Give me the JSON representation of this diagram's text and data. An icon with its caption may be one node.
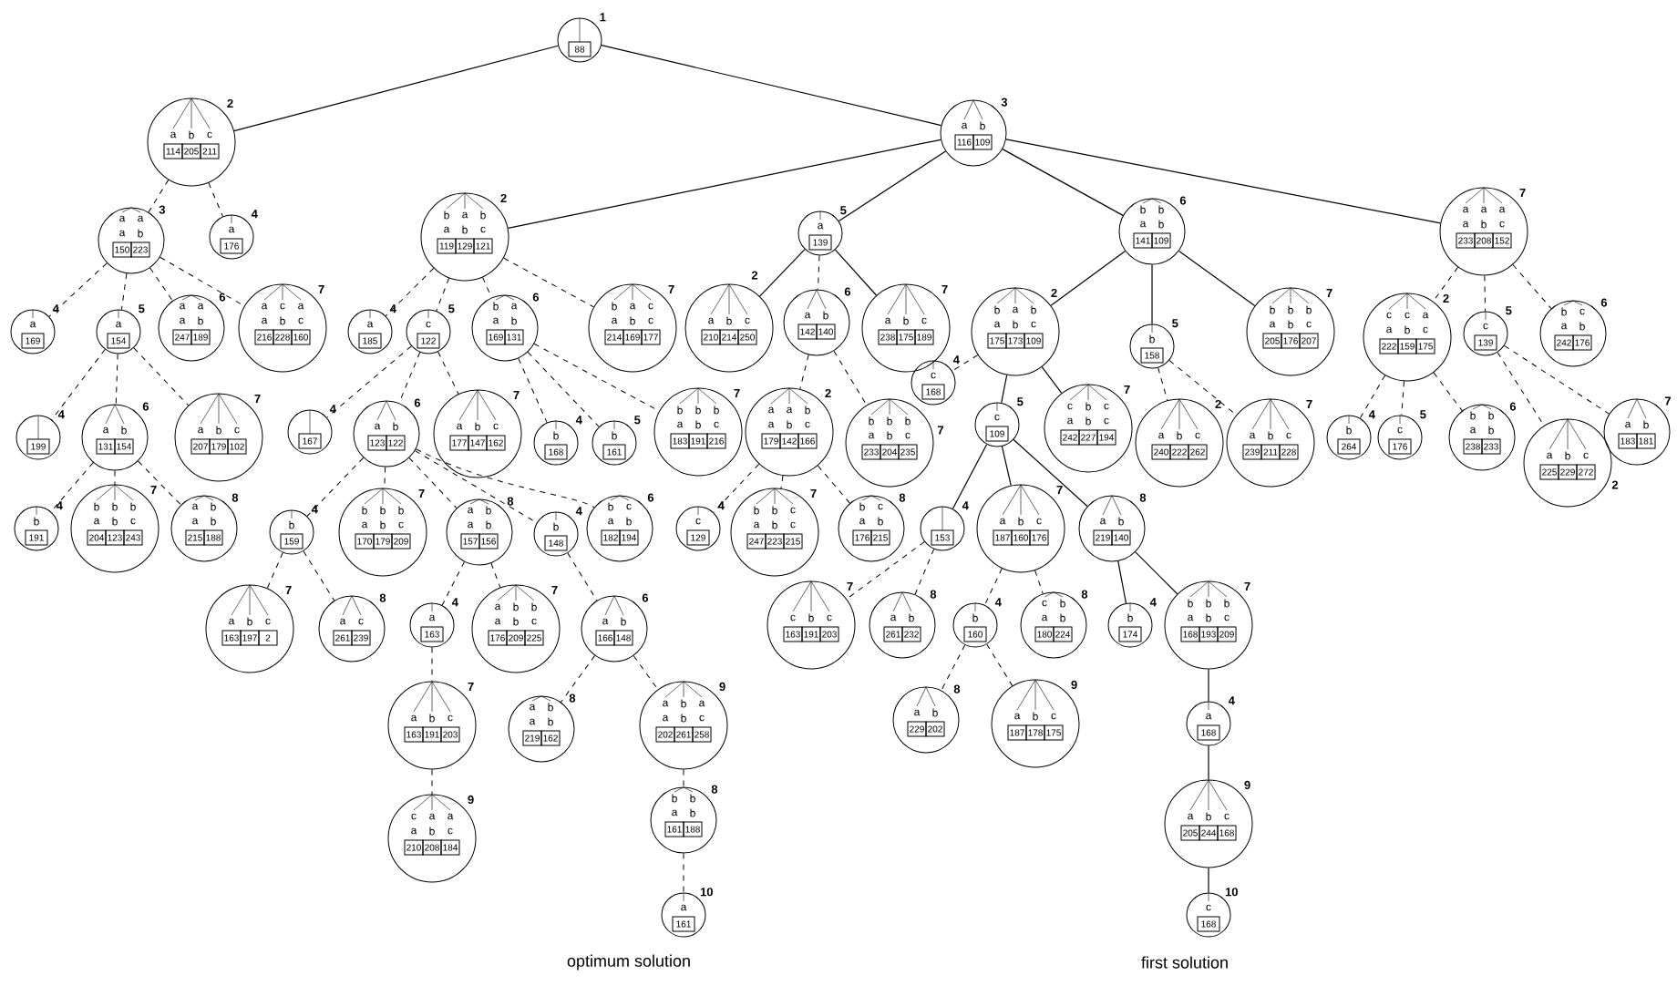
{
  "diagram": {
    "nodes": [
      {
        "text": [
          "88"
        ],
        "beside": [
          "1"
        ]
      },
      {
        "text": [
          "a",
          "b",
          "c",
          "114",
          "205",
          "211"
        ],
        "beside": [
          "2"
        ]
      },
      {
        "text": [
          "a",
          "b",
          "116",
          "109"
        ],
        "beside": [
          "3"
        ]
      },
      {
        "text": [
          "a",
          "a",
          "a",
          "b",
          "150",
          "223"
        ],
        "beside": [
          "3"
        ]
      },
      {
        "text": [
          "a",
          "176"
        ],
        "beside": [
          "4"
        ]
      },
      {
        "text": [
          "a",
          "169"
        ],
        "beside": [
          "4"
        ]
      },
      {
        "text": [
          "a",
          "154"
        ],
        "beside": [
          "5"
        ]
      },
      {
        "text": [
          "a",
          "a",
          "a",
          "b",
          "247",
          "189"
        ],
        "beside": [
          "6"
        ]
      },
      {
        "text": [
          "a",
          "c",
          "a",
          "a",
          "b",
          "c",
          "216",
          "228",
          "160"
        ],
        "beside": [
          "7"
        ]
      },
      {
        "text": [
          "199"
        ],
        "beside": [
          "4"
        ]
      },
      {
        "text": [
          "a",
          "b",
          "131",
          "154"
        ],
        "beside": [
          "6"
        ]
      },
      {
        "text": [
          "a",
          "b",
          "c",
          "207",
          "179",
          "102"
        ],
        "beside": [
          "7"
        ]
      },
      {
        "text": [
          "b",
          "191"
        ],
        "beside": [
          "4"
        ]
      },
      {
        "text": [
          "b",
          "b",
          "b",
          "a",
          "b",
          "c",
          "204",
          "123",
          "243"
        ],
        "beside": [
          "7"
        ]
      },
      {
        "text": [
          "a",
          "b",
          "a",
          "b",
          "215",
          "188"
        ],
        "beside": [
          "8"
        ]
      },
      {
        "text": [
          "b",
          "a",
          "b",
          "a",
          "b",
          "c",
          "119",
          "129",
          "121"
        ],
        "beside": [
          "2"
        ]
      },
      {
        "text": [
          "a",
          "139"
        ],
        "beside": [
          "5"
        ]
      },
      {
        "text": [
          "b",
          "b",
          "a",
          "b",
          "141",
          "109"
        ],
        "beside": [
          "6"
        ]
      },
      {
        "text": [
          "a",
          "a",
          "a",
          "a",
          "b",
          "c",
          "233",
          "208",
          "152"
        ],
        "beside": [
          "7"
        ]
      },
      {
        "text": [
          "a",
          "185"
        ],
        "beside": [
          "4"
        ]
      },
      {
        "text": [
          "c",
          "122"
        ],
        "beside": [
          "5"
        ]
      },
      {
        "text": [
          "b",
          "a",
          "a",
          "b",
          "169",
          "131"
        ],
        "beside": [
          "6"
        ]
      },
      {
        "text": [
          "b",
          "a",
          "c",
          "a",
          "b",
          "c",
          "214",
          "169",
          "177"
        ],
        "beside": [
          "7"
        ]
      },
      {
        "text": [
          "a",
          "b",
          "c",
          "210",
          "214",
          "250"
        ],
        "beside": [
          "2"
        ]
      },
      {
        "text": [
          "a",
          "b",
          "142",
          "140"
        ],
        "beside": [
          "6"
        ]
      },
      {
        "text": [
          "a",
          "b",
          "c",
          "238",
          "175",
          "189"
        ],
        "beside": [
          "7"
        ]
      },
      {
        "text": [
          "b",
          "a",
          "b",
          "a",
          "b",
          "c",
          "175",
          "173",
          "109"
        ],
        "beside": [
          "2"
        ]
      },
      {
        "text": [
          "b",
          "158"
        ],
        "beside": [
          "5"
        ]
      },
      {
        "text": [
          "b",
          "b",
          "b",
          "a",
          "b",
          "c",
          "205",
          "176",
          "207"
        ],
        "beside": [
          "7"
        ]
      },
      {
        "text": [
          "c",
          "c",
          "a",
          "a",
          "b",
          "c",
          "222",
          "159",
          "175"
        ],
        "beside": [
          "2"
        ]
      },
      {
        "text": [
          "c",
          "139"
        ],
        "beside": [
          "5"
        ]
      },
      {
        "text": [
          "b",
          "c",
          "a",
          "b",
          "242",
          "176"
        ],
        "beside": [
          "6"
        ]
      },
      {
        "text": [
          "167"
        ],
        "beside": [
          "4"
        ]
      },
      {
        "text": [
          "a",
          "b",
          "123",
          "122"
        ],
        "beside": [
          "6"
        ]
      },
      {
        "text": [
          "a",
          "b",
          "c",
          "177",
          "147",
          "162"
        ],
        "beside": [
          "7"
        ]
      },
      {
        "text": [
          "b",
          "168"
        ],
        "beside": [
          "4"
        ]
      },
      {
        "text": [
          "b",
          "161"
        ],
        "beside": [
          "5"
        ]
      },
      {
        "text": [
          "b",
          "b",
          "b",
          "a",
          "b",
          "c",
          "183",
          "191",
          "216"
        ],
        "beside": [
          "7"
        ]
      },
      {
        "text": [
          "a",
          "a",
          "b",
          "a",
          "b",
          "c",
          "179",
          "142",
          "166"
        ],
        "beside": [
          "2"
        ]
      },
      {
        "text": [
          "b",
          "b",
          "b",
          "a",
          "b",
          "c",
          "233",
          "204",
          "235"
        ],
        "beside": [
          "7"
        ]
      },
      {
        "text": [
          "c",
          "168"
        ],
        "beside": [
          "4"
        ]
      },
      {
        "text": [
          "c",
          "109"
        ],
        "beside": [
          "5"
        ]
      },
      {
        "text": [
          "c",
          "b",
          "c",
          "a",
          "b",
          "c",
          "242",
          "227",
          "194"
        ],
        "beside": [
          "7"
        ]
      },
      {
        "text": [
          "a",
          "b",
          "c",
          "240",
          "222",
          "262"
        ],
        "beside": [
          "2"
        ]
      },
      {
        "text": [
          "a",
          "b",
          "c",
          "239",
          "211",
          "228"
        ],
        "beside": [
          "7"
        ]
      },
      {
        "text": [
          "b",
          "264"
        ],
        "beside": [
          "4"
        ]
      },
      {
        "text": [
          "c",
          "176"
        ],
        "beside": [
          "5"
        ]
      },
      {
        "text": [
          "b",
          "b",
          "a",
          "b",
          "238",
          "233"
        ],
        "beside": [
          "6"
        ]
      },
      {
        "text": [
          "a",
          "b",
          "c",
          "225",
          "229",
          "272"
        ],
        "beside": [
          "2"
        ]
      },
      {
        "text": [
          "a",
          "b",
          "183",
          "181"
        ],
        "beside": [
          "7"
        ]
      },
      {
        "text": [
          "b",
          "159"
        ],
        "beside": [
          "4"
        ]
      },
      {
        "text": [
          "b",
          "b",
          "b",
          "a",
          "b",
          "c",
          "170",
          "179",
          "209"
        ],
        "beside": [
          "7"
        ]
      },
      {
        "text": [
          "a",
          "b",
          "a",
          "b",
          "157",
          "156"
        ],
        "beside": [
          "8"
        ]
      },
      {
        "text": [
          "b",
          "148"
        ],
        "beside": [
          "4"
        ]
      },
      {
        "text": [
          "b",
          "c",
          "a",
          "b",
          "182",
          "194"
        ],
        "beside": [
          "6"
        ]
      },
      {
        "text": [
          "c",
          "129"
        ],
        "beside": [
          "4"
        ]
      },
      {
        "text": [
          "b",
          "b",
          "c",
          "a",
          "b",
          "c",
          "247",
          "223",
          "215"
        ],
        "beside": [
          "7"
        ]
      },
      {
        "text": [
          "b",
          "c",
          "a",
          "b",
          "176",
          "215"
        ],
        "beside": [
          "8"
        ]
      },
      {
        "text": [
          "153"
        ],
        "beside": [
          "4"
        ]
      },
      {
        "text": [
          "a",
          "b",
          "c",
          "187",
          "160",
          "176"
        ],
        "beside": [
          "7"
        ]
      },
      {
        "text": [
          "a",
          "b",
          "219",
          "140"
        ],
        "beside": [
          "8"
        ]
      },
      {
        "text": [
          "a",
          "b",
          "c",
          "163",
          "197",
          "2"
        ],
        "beside": [
          "7"
        ]
      },
      {
        "text": [
          "a",
          "c",
          "261",
          "239"
        ],
        "beside": [
          "8"
        ]
      },
      {
        "text": [
          "a",
          "163"
        ],
        "beside": [
          "4"
        ]
      },
      {
        "text": [
          "a",
          "b",
          "b",
          "a",
          "b",
          "c",
          "176",
          "209",
          "225"
        ],
        "beside": [
          "7"
        ]
      },
      {
        "text": [
          "a",
          "b",
          "166",
          "148"
        ],
        "beside": [
          "6"
        ]
      },
      {
        "text": [
          "c",
          "b",
          "c",
          "163",
          "191",
          "203"
        ],
        "beside": [
          "7"
        ]
      },
      {
        "text": [
          "a",
          "b",
          "261",
          "232"
        ],
        "beside": [
          "8"
        ]
      },
      {
        "text": [
          "b",
          "160"
        ],
        "beside": [
          "4"
        ]
      },
      {
        "text": [
          "c",
          "b",
          "a",
          "b",
          "180",
          "224"
        ],
        "beside": [
          "8"
        ]
      },
      {
        "text": [
          "b",
          "174"
        ],
        "beside": [
          "4"
        ]
      },
      {
        "text": [
          "b",
          "b",
          "b",
          "a",
          "b",
          "c",
          "168",
          "193",
          "209"
        ],
        "beside": [
          "7"
        ]
      },
      {
        "text": [
          "a",
          "b",
          "c",
          "163",
          "191",
          "203"
        ],
        "beside": [
          "7"
        ]
      },
      {
        "text": [
          "a",
          "b",
          "a",
          "b",
          "219",
          "162"
        ],
        "beside": [
          "8"
        ]
      },
      {
        "text": [
          "a",
          "b",
          "a",
          "a",
          "b",
          "c",
          "202",
          "261",
          "258"
        ],
        "beside": [
          "9"
        ]
      },
      {
        "text": [
          "a",
          "b",
          "229",
          "202"
        ],
        "beside": [
          "8"
        ]
      },
      {
        "text": [
          "a",
          "b",
          "c",
          "187",
          "178",
          "175"
        ],
        "beside": [
          "9"
        ]
      },
      {
        "text": [
          "a",
          "168"
        ],
        "beside": [
          "4"
        ]
      },
      {
        "text": [
          "c",
          "a",
          "a",
          "a",
          "b",
          "c",
          "210",
          "208",
          "184"
        ],
        "beside": [
          "9"
        ]
      },
      {
        "text": [
          "b",
          "b",
          "a",
          "b",
          "161",
          "188"
        ],
        "beside": [
          "8"
        ]
      },
      {
        "text": [
          "a",
          "b",
          "c",
          "205",
          "244",
          "168"
        ],
        "beside": [
          "9"
        ]
      },
      {
        "text": [
          "a",
          "161"
        ],
        "beside": [
          "10"
        ]
      },
      {
        "text": [
          "c",
          "168"
        ],
        "beside": [
          "10"
        ]
      }
    ],
    "edges": [
      {
        "from": 0,
        "to": 1,
        "arrow": "none"
      },
      {
        "from": 0,
        "to": 2,
        "arrow": "none"
      },
      {
        "from": 1,
        "to": 3,
        "arrow": "none",
        "style": "dashed"
      },
      {
        "from": 1,
        "to": 4,
        "arrow": "none",
        "style": "dashed"
      },
      {
        "from": 3,
        "to": 5,
        "arrow": "none",
        "style": "dashed"
      },
      {
        "from": 3,
        "to": 6,
        "arrow": "none",
        "style": "dashed"
      },
      {
        "from": 3,
        "to": 7,
        "arrow": "none",
        "style": "dashed"
      },
      {
        "from": 3,
        "to": 8,
        "arrow": "none",
        "style": "dashed"
      },
      {
        "from": 6,
        "to": 9,
        "arrow": "none",
        "style": "dashed"
      },
      {
        "from": 6,
        "to": 10,
        "arrow": "none",
        "style": "dashed"
      },
      {
        "from": 6,
        "to": 11,
        "arrow": "none",
        "style": "dashed"
      },
      {
        "from": 10,
        "to": 12,
        "arrow": "none",
        "style": "dashed"
      },
      {
        "from": 10,
        "to": 13,
        "arrow": "none",
        "style": "dashed"
      },
      {
        "from": 10,
        "to": 14,
        "arrow": "none",
        "style": "dashed"
      },
      {
        "from": 2,
        "to": 15,
        "arrow": "none"
      },
      {
        "from": 2,
        "to": 16,
        "arrow": "none"
      },
      {
        "from": 2,
        "to": 17,
        "arrow": "none"
      },
      {
        "from": 2,
        "to": 18,
        "arrow": "none"
      },
      {
        "from": 15,
        "to": 19,
        "arrow": "none",
        "style": "dashed"
      },
      {
        "from": 15,
        "to": 20,
        "arrow": "none",
        "style": "dashed"
      },
      {
        "from": 15,
        "to": 21,
        "arrow": "none",
        "style": "dashed"
      },
      {
        "from": 15,
        "to": 22,
        "arrow": "none",
        "style": "dashed"
      },
      {
        "from": 16,
        "to": 23,
        "arrow": "none"
      },
      {
        "from": 16,
        "to": 24,
        "arrow": "none",
        "style": "dashed"
      },
      {
        "from": 16,
        "to": 25,
        "arrow": "none"
      },
      {
        "from": 17,
        "to": 26,
        "arrow": "none"
      },
      {
        "from": 17,
        "to": 27,
        "arrow": "none"
      },
      {
        "from": 17,
        "to": 28,
        "arrow": "none"
      },
      {
        "from": 18,
        "to": 29,
        "arrow": "none",
        "style": "dashed"
      },
      {
        "from": 18,
        "to": 30,
        "arrow": "none",
        "style": "dashed"
      },
      {
        "from": 18,
        "to": 31,
        "arrow": "none",
        "style": "dashed"
      },
      {
        "from": 20,
        "to": 32,
        "arrow": "none",
        "style": "dashed"
      },
      {
        "from": 20,
        "to": 33,
        "arrow": "none",
        "style": "dashed"
      },
      {
        "from": 20,
        "to": 34,
        "arrow": "none",
        "style": "dashed"
      },
      {
        "from": 21,
        "to": 35,
        "arrow": "none",
        "style": "dashed"
      },
      {
        "from": 21,
        "to": 36,
        "arrow": "none",
        "style": "dashed"
      },
      {
        "from": 21,
        "to": 37,
        "arrow": "none",
        "style": "dashed"
      },
      {
        "from": 24,
        "to": 38,
        "arrow": "none",
        "style": "dashed"
      },
      {
        "from": 24,
        "to": 39,
        "arrow": "none",
        "style": "dashed"
      },
      {
        "from": 26,
        "to": 40,
        "arrow": "none",
        "style": "dashed"
      },
      {
        "from": 26,
        "to": 41,
        "arrow": "none"
      },
      {
        "from": 26,
        "to": 42,
        "arrow": "none"
      },
      {
        "from": 27,
        "to": 43,
        "arrow": "none",
        "style": "dashed"
      },
      {
        "from": 27,
        "to": 44,
        "arrow": "none",
        "style": "dashed"
      },
      {
        "from": 29,
        "to": 45,
        "arrow": "none",
        "style": "dashed"
      },
      {
        "from": 29,
        "to": 46,
        "arrow": "none",
        "style": "dashed"
      },
      {
        "from": 29,
        "to": 47,
        "arrow": "none",
        "style": "dashed"
      },
      {
        "from": 30,
        "to": 48,
        "arrow": "none",
        "style": "dashed"
      },
      {
        "from": 30,
        "to": 49,
        "arrow": "none",
        "style": "dashed"
      },
      {
        "from": 33,
        "to": 50,
        "arrow": "none",
        "style": "dashed"
      },
      {
        "from": 33,
        "to": 51,
        "arrow": "none",
        "style": "dashed"
      },
      {
        "from": 33,
        "to": 52,
        "arrow": "none",
        "style": "dashed"
      },
      {
        "from": 33,
        "to": 53,
        "arrow": "none",
        "style": "dashed"
      },
      {
        "from": 33,
        "to": 54,
        "arrow": "none",
        "style": "dashed"
      },
      {
        "from": 38,
        "to": 55,
        "arrow": "none",
        "style": "dashed"
      },
      {
        "from": 38,
        "to": 56,
        "arrow": "none",
        "style": "dashed"
      },
      {
        "from": 38,
        "to": 57,
        "arrow": "none",
        "style": "dashed"
      },
      {
        "from": 41,
        "to": 58,
        "arrow": "none"
      },
      {
        "from": 41,
        "to": 59,
        "arrow": "none"
      },
      {
        "from": 41,
        "to": 60,
        "arrow": "none"
      },
      {
        "from": 50,
        "to": 61,
        "arrow": "none",
        "style": "dashed"
      },
      {
        "from": 50,
        "to": 62,
        "arrow": "none",
        "style": "dashed"
      },
      {
        "from": 52,
        "to": 63,
        "arrow": "none",
        "style": "dashed"
      },
      {
        "from": 52,
        "to": 64,
        "arrow": "none",
        "style": "dashed"
      },
      {
        "from": 53,
        "to": 65,
        "arrow": "none",
        "style": "dashed"
      },
      {
        "from": 58,
        "to": 66,
        "arrow": "none",
        "style": "dashed"
      },
      {
        "from": 58,
        "to": 67,
        "arrow": "none",
        "style": "dashed"
      },
      {
        "from": 59,
        "to": 68,
        "arrow": "none",
        "style": "dashed"
      },
      {
        "from": 59,
        "to": 69,
        "arrow": "none",
        "style": "dashed"
      },
      {
        "from": 60,
        "to": 70,
        "arrow": "none"
      },
      {
        "from": 60,
        "to": 71,
        "arrow": "none"
      },
      {
        "from": 63,
        "to": 72,
        "arrow": "none",
        "style": "dashed"
      },
      {
        "from": 65,
        "to": 73,
        "arrow": "none",
        "style": "dashed"
      },
      {
        "from": 65,
        "to": 74,
        "arrow": "none",
        "style": "dashed"
      },
      {
        "from": 68,
        "to": 75,
        "arrow": "none",
        "style": "dashed"
      },
      {
        "from": 68,
        "to": 76,
        "arrow": "none",
        "style": "dashed"
      },
      {
        "from": 71,
        "to": 77,
        "arrow": "none"
      },
      {
        "from": 72,
        "to": 78,
        "arrow": "none",
        "style": "dashed"
      },
      {
        "from": 74,
        "to": 79,
        "arrow": "none",
        "style": "dashed"
      },
      {
        "from": 77,
        "to": 80,
        "arrow": "none"
      },
      {
        "from": 79,
        "to": 81,
        "arrow": "none",
        "style": "dashed"
      },
      {
        "from": 80,
        "to": 82,
        "arrow": "none"
      }
    ],
    "labels": [
      "optimum solution",
      "first solution"
    ]
  }
}
